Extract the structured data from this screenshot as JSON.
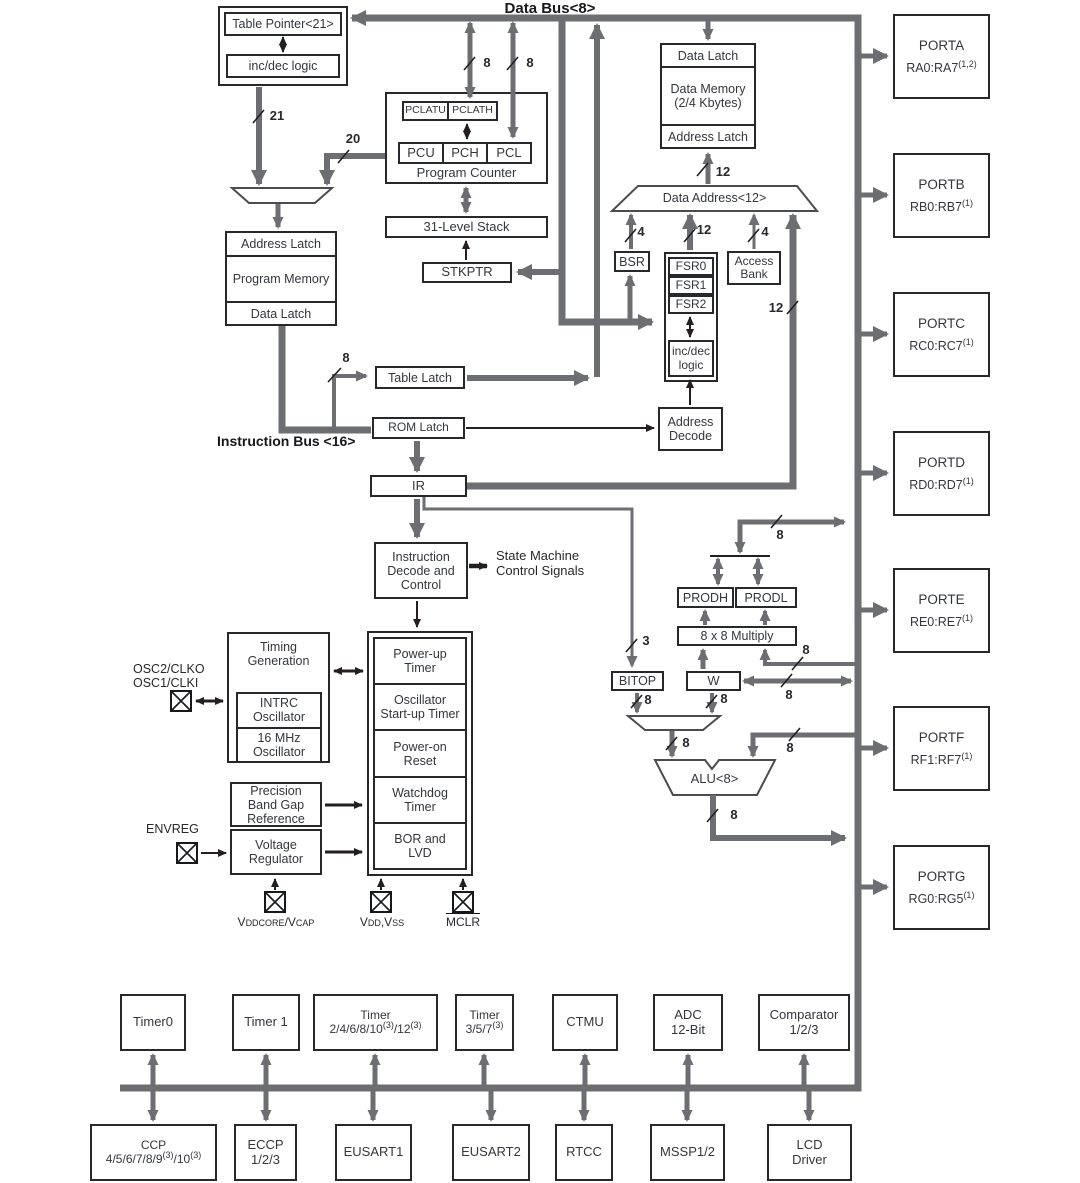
{
  "colors": {
    "bus_gray": "#6d6e71",
    "line_black": "#231f20",
    "text": "#33363b"
  },
  "buses": {
    "data_bus": "Data Bus<8>",
    "instruction_bus": "Instruction Bus <16>",
    "widths": {
      "w21": "21",
      "w20": "20",
      "pc8a": "8",
      "pc8b": "8",
      "dm12": "12",
      "bsr4": "4",
      "fsr12": "12",
      "ab4": "4",
      "ir12": "12",
      "tl8": "8",
      "bitop3": "3",
      "prod8": "8",
      "mult8": "8",
      "w8": "8",
      "bitop8": "8",
      "wmux8": "8",
      "alu8a": "8",
      "alu8b": "8",
      "aluout8": "8"
    }
  },
  "cpu": {
    "table_pointer": "Table Pointer<21>",
    "inc_dec_top": "inc/dec logic",
    "pclatu": "PCLATU",
    "pclath": "PCLATH",
    "pcu": "PCU",
    "pch": "PCH",
    "pcl": "PCL",
    "program_counter": "Program Counter",
    "stack": "31-Level Stack",
    "stkptr": "STKPTR",
    "prog_mem": {
      "address_latch": "Address Latch",
      "title": "Program Memory",
      "data_latch": "Data Latch"
    },
    "table_latch": "Table Latch",
    "rom_latch": "ROM Latch",
    "ir": "IR",
    "instruction_decode": "Instruction\nDecode and\nControl",
    "state_machine": "State Machine\nControl Signals"
  },
  "data_path": {
    "data_mem": {
      "data_latch": "Data Latch",
      "title": "Data Memory\n(2/4 Kbytes)",
      "address_latch": "Address Latch"
    },
    "data_address": "Data Address<12>",
    "bsr": "BSR",
    "fsr0": "FSR0",
    "fsr1": "FSR1",
    "fsr2": "FSR2",
    "inc_dec": "inc/dec\nlogic",
    "access_bank": "Access\nBank",
    "address_decode": "Address\nDecode",
    "prodh": "PRODH",
    "prodl": "PRODL",
    "multiply": "8 x 8 Multiply",
    "w_reg": "W",
    "bitop": "BITOP",
    "alu": "ALU<8>"
  },
  "system": {
    "osc_pins": "OSC2/CLKO\nOSC1/CLKI",
    "timing_generation": "Timing\nGeneration",
    "intrc": "INTRC\nOscillator",
    "osc16": "16 MHz\nOscillator",
    "precision": "Precision\nBand Gap\nReference",
    "envreg": "ENVREG",
    "voltage_regulator": "Voltage\nRegulator",
    "power_up": "Power-up\nTimer",
    "osc_startup": "Oscillator\nStart-up Timer",
    "power_on": "Power-on\nReset",
    "watchdog": "Watchdog\nTimer",
    "bor": "BOR and\nLVD",
    "vddcore": {
      "p1": "V",
      "s1": "DDCORE",
      "p2": "/V",
      "s2": "CAP"
    },
    "vdd": {
      "p1": "V",
      "s1": "DD",
      "p2": ",V",
      "s2": "SS"
    },
    "mclr": "MCLR"
  },
  "ports": [
    {
      "name": "PORTA",
      "range": "RA0:RA7",
      "sup": "(1,2)"
    },
    {
      "name": "PORTB",
      "range": "RB0:RB7",
      "sup": "(1)"
    },
    {
      "name": "PORTC",
      "range": "RC0:RC7",
      "sup": "(1)"
    },
    {
      "name": "PORTD",
      "range": "RD0:RD7",
      "sup": "(1)"
    },
    {
      "name": "PORTE",
      "range": "RE0:RE7",
      "sup": "(1)"
    },
    {
      "name": "PORTF",
      "range": "RF1:RF7",
      "sup": "(1)"
    },
    {
      "name": "PORTG",
      "range": "RG0:RG5",
      "sup": "(1)"
    }
  ],
  "peripherals": {
    "timer0": "Timer0",
    "timer1": "Timer 1",
    "timer_even": {
      "l1": "Timer",
      "a": "2/4/6/8/10",
      "s1": "(3)",
      "b": "/12",
      "s2": "(3)"
    },
    "timer_odd": {
      "l1": "Timer",
      "a": "3/5/7",
      "s1": "(3)"
    },
    "ctmu": "CTMU",
    "adc": "ADC\n12-Bit",
    "comparator": "Comparator\n1/2/3",
    "ccp": {
      "l1": "CCP",
      "a": "4/5/6/7/8/9",
      "s1": "(3)",
      "b": "/10",
      "s2": "(3)"
    },
    "eccp": "ECCP\n1/2/3",
    "eusart1": "EUSART1",
    "eusart2": "EUSART2",
    "rtcc": "RTCC",
    "mssp": "MSSP1/2",
    "lcd": "LCD\nDriver"
  }
}
